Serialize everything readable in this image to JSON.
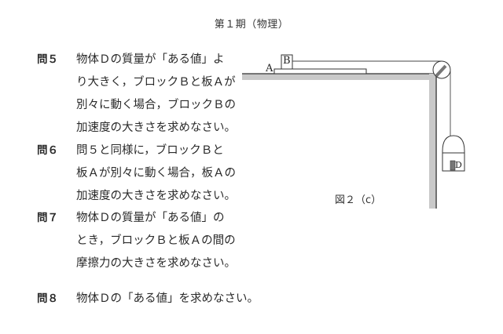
{
  "header": {
    "title": "第１期（物理）"
  },
  "questions": [
    {
      "id": "q5",
      "number": "問５",
      "lines": [
        "物体Ｄの質量が「ある値」よ",
        "り大きく，ブロックＢと板Ａが",
        "別々に動く場合，ブロックＢの",
        "加速度の大きさを求めなさい。"
      ]
    },
    {
      "id": "q6",
      "number": "問６",
      "lines": [
        "問５と同様に，ブロックＢと",
        "板Ａが別々に動く場合，板Ａの",
        "加速度の大きさを求めなさい。"
      ]
    },
    {
      "id": "q7",
      "number": "問７",
      "lines": [
        "物体Ｄの質量が「ある値」の",
        "とき，ブロックＢと板Ａの間の",
        "摩擦力の大きさを求めなさい。"
      ]
    },
    {
      "id": "q8",
      "number": "問８",
      "lines": [
        "物体Ｄの「ある値」を求めなさい。"
      ]
    }
  ],
  "figure": {
    "caption": "図２（c）",
    "labels": {
      "plate": "A",
      "block": "B",
      "object": "D"
    },
    "colors": {
      "table": "#c8c8c8",
      "line": "#333333",
      "object": "#777777"
    }
  }
}
